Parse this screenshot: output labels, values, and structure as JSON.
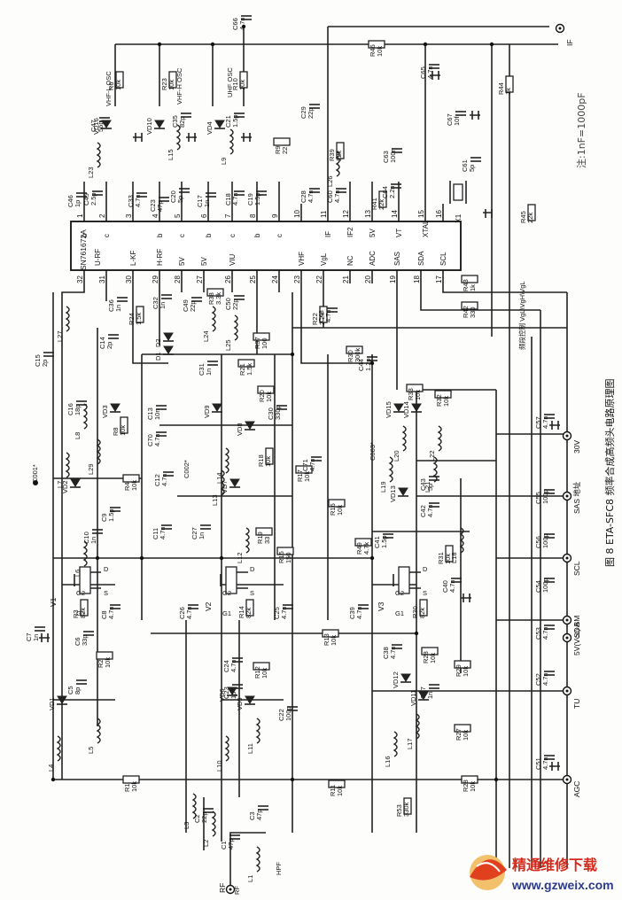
{
  "ic": {
    "part": "SN761672A",
    "pins_top": [
      "1",
      "2",
      "3",
      "4",
      "5",
      "6",
      "7",
      "8",
      "9",
      "10",
      "11",
      "12",
      "13",
      "14",
      "15",
      "16"
    ],
    "pins_bottom": [
      "32",
      "31",
      "30",
      "29",
      "28",
      "27",
      "26",
      "25",
      "24",
      "23",
      "22",
      "21",
      "20",
      "19",
      "18",
      "17"
    ],
    "labels_top": [
      "b",
      "c",
      "b",
      "c",
      "b",
      "c",
      "b",
      "c",
      "IF",
      "IF2",
      "5V",
      "VT",
      "XTAL"
    ],
    "labels_bottom": [
      "U-RF",
      "L-KF",
      "H-RF",
      "5V",
      "5V",
      "VIU",
      "VHF",
      "VgL",
      "NC",
      "ADC",
      "SAS",
      "SDA",
      "SCL"
    ]
  },
  "transistors": [
    "V1",
    "V2",
    "V3"
  ],
  "transistor_pins": [
    "D",
    "G2",
    "G1",
    "S",
    "D",
    "G2",
    "G1",
    "S",
    "D",
    "G2",
    "G1",
    "S"
  ],
  "crystal": "X1",
  "resistors": [
    {
      "ref": "R6",
      "val": "10k"
    },
    {
      "ref": "R23",
      "val": "10k"
    },
    {
      "ref": "R10",
      "val": "10k"
    },
    {
      "ref": "R46",
      "val": "10k"
    },
    {
      "ref": "R44",
      "val": "1k"
    },
    {
      "ref": "R9",
      "val": "22"
    },
    {
      "ref": "R39",
      "val": "22k"
    },
    {
      "ref": "R41",
      "val": "22k"
    },
    {
      "ref": "R45",
      "val": "22k"
    },
    {
      "ref": "R43",
      "val": "1k"
    },
    {
      "ref": "R42",
      "val": "330"
    },
    {
      "ref": "R24",
      "val": "1.5k"
    },
    {
      "ref": "R38",
      "val": "3.3k"
    },
    {
      "ref": "R37",
      "val": "100"
    },
    {
      "ref": "R22",
      "val": "2.2k"
    },
    {
      "ref": "R30",
      "val": "300k"
    },
    {
      "ref": "R21",
      "val": "1.5k"
    },
    {
      "ref": "R20",
      "val": "10k"
    },
    {
      "ref": "R33",
      "val": "10k"
    },
    {
      "ref": "R32",
      "val": "10k"
    },
    {
      "ref": "R8",
      "val": "10k"
    },
    {
      "ref": "R4",
      "val": "10k"
    },
    {
      "ref": "R18",
      "val": "10k"
    },
    {
      "ref": "R17",
      "val": "10k"
    },
    {
      "ref": "R16",
      "val": "10k"
    },
    {
      "ref": "R31",
      "val": "10k"
    },
    {
      "ref": "R19",
      "val": "33"
    },
    {
      "ref": "R15",
      "val": "150"
    },
    {
      "ref": "R49",
      "val": "4.7k"
    },
    {
      "ref": "R3",
      "val": "82k"
    },
    {
      "ref": "R14",
      "val": "82k"
    },
    {
      "ref": "R13",
      "val": "10k"
    },
    {
      "ref": "R30",
      "val": "82k"
    },
    {
      "ref": "R2",
      "val": "10k"
    },
    {
      "ref": "R12",
      "val": "10k"
    },
    {
      "ref": "R28",
      "val": "10k"
    },
    {
      "ref": "R29",
      "val": "10k"
    },
    {
      "ref": "R27",
      "val": "10k"
    },
    {
      "ref": "R1",
      "val": "10k"
    },
    {
      "ref": "R11",
      "val": "10k"
    },
    {
      "ref": "R28",
      "val": "10k"
    },
    {
      "ref": "R53",
      "val": "330k"
    }
  ],
  "capacitors": [
    {
      "ref": "C66",
      "val": "4.7n"
    },
    {
      "ref": "C65",
      "val": "4.7n"
    },
    {
      "ref": "C47",
      "val": "56p"
    },
    {
      "ref": "C35",
      "val": "82p"
    },
    {
      "ref": "C21",
      "val": "1.5p"
    },
    {
      "ref": "C29",
      "val": "22p"
    },
    {
      "ref": "C67",
      "val": "10f"
    },
    {
      "ref": "C63",
      "val": "100n"
    },
    {
      "ref": "C61",
      "val": "5p"
    },
    {
      "ref": "C64",
      "val": "2.2n"
    },
    {
      "ref": "C46",
      "val": "1p"
    },
    {
      "ref": "C45",
      "val": "2.5p"
    },
    {
      "ref": "C33",
      "val": "4.7n"
    },
    {
      "ref": "C23",
      "val": "47p"
    },
    {
      "ref": "C20",
      "val": "5p"
    },
    {
      "ref": "C17",
      "val": "1n"
    },
    {
      "ref": "C18",
      "val": "4.7n"
    },
    {
      "ref": "C19",
      "val": "1.5p"
    },
    {
      "ref": "C28",
      "val": "4.7n"
    },
    {
      "ref": "C60",
      "val": "4.7n"
    },
    {
      "ref": "C36",
      "val": "1n"
    },
    {
      "ref": "C32",
      "val": "1n"
    },
    {
      "ref": "C49",
      "val": "22p"
    },
    {
      "ref": "C50",
      "val": "22p"
    },
    {
      "ref": "C48",
      "val": "4.7n"
    },
    {
      "ref": "C44",
      "val": "1.2p"
    },
    {
      "ref": "C15",
      "val": "2p"
    },
    {
      "ref": "C14",
      "val": "2p"
    },
    {
      "ref": "C31",
      "val": "1n"
    },
    {
      "ref": "C13",
      "val": "10n"
    },
    {
      "ref": "C30",
      "val": "330p"
    },
    {
      "ref": "C16",
      "val": "18p"
    },
    {
      "ref": "C70",
      "val": "4.7n"
    },
    {
      "ref": "C12",
      "val": "4.7n"
    },
    {
      "ref": "C71",
      "val": "4.7n"
    },
    {
      "ref": "C43",
      "val": "5p"
    },
    {
      "ref": "C42",
      "val": "4.7n"
    },
    {
      "ref": "C57",
      "val": "4.7n"
    },
    {
      "ref": "C9",
      "val": "1.5p"
    },
    {
      "ref": "C10",
      "val": "1n"
    },
    {
      "ref": "C11",
      "val": "4.7n"
    },
    {
      "ref": "C27",
      "val": "1n"
    },
    {
      "ref": "C41",
      "val": "1.5p"
    },
    {
      "ref": "C55",
      "val": "100p"
    },
    {
      "ref": "C56",
      "val": "100p"
    },
    {
      "ref": "C8",
      "val": "4.7n"
    },
    {
      "ref": "C26",
      "val": "4.7n"
    },
    {
      "ref": "C25",
      "val": "4.7n"
    },
    {
      "ref": "C39",
      "val": "4.7n"
    },
    {
      "ref": "C40",
      "val": "4.7n"
    },
    {
      "ref": "C54",
      "val": "100p"
    },
    {
      "ref": "C7",
      "val": "1n"
    },
    {
      "ref": "C6",
      "val": "33p"
    },
    {
      "ref": "C24",
      "val": "4.7n"
    },
    {
      "ref": "C38",
      "val": "4.7n"
    },
    {
      "ref": "C53",
      "val": "4.7n"
    },
    {
      "ref": "C5",
      "val": "8p"
    },
    {
      "ref": "C23",
      "val": "1p"
    },
    {
      "ref": "C22",
      "val": "100p"
    },
    {
      "ref": "C37",
      "val": "1n"
    },
    {
      "ref": "C52",
      "val": "4.7n"
    },
    {
      "ref": "C51",
      "val": "4.7n"
    },
    {
      "ref": "C2",
      "val": "22p"
    },
    {
      "ref": "C3",
      "val": "47p"
    },
    {
      "ref": "C1",
      "val": "47p"
    }
  ],
  "inductors": [
    "L23",
    "L15",
    "L9",
    "L26",
    "L24",
    "L25",
    "L27",
    "L8",
    "L29",
    "L7",
    "L14",
    "L13",
    "L20",
    "L22",
    "L19",
    "L21",
    "L6",
    "L12",
    "L18",
    "L5",
    "L4",
    "L11",
    "L10",
    "L17",
    "L16",
    "L3",
    "L2",
    "L1"
  ],
  "diodes": [
    "VD16",
    "VD10",
    "VD4",
    "VD3",
    "VD2",
    "VD9",
    "VD8",
    "VD7",
    "VD15",
    "VD14",
    "VD13",
    "D2",
    "D1",
    "VD1",
    "VD6",
    "VD5",
    "VD12",
    "VD11"
  ],
  "terminals": [
    {
      "label": "IF"
    },
    {
      "label": "30V"
    },
    {
      "label": "SAS 地址"
    },
    {
      "label": "SCL"
    },
    {
      "label": "SDA"
    },
    {
      "label": "5V(Vcc) BM"
    },
    {
      "label": "TU"
    },
    {
      "label": "AGC"
    },
    {
      "label": "RF"
    }
  ],
  "notes": {
    "c001": "C001*",
    "c002": "C002*",
    "c003": "C003*",
    "rf": "RF",
    "hpf": "HPF",
    "band_control": "频段控制 VgL\\VgH\\VgL",
    "vhf_l_osc": "VHF-L OSC",
    "vhf_h_osc": "VHF-H OSC",
    "uhf_osc": "UHF OSC"
  },
  "caption": "图 8  ETA-SFC8 频率合成高频头电路原理图",
  "note": "注:1nF=1000pF",
  "watermark": {
    "name": "精通维修下载",
    "url": "www.gzweix.com"
  }
}
